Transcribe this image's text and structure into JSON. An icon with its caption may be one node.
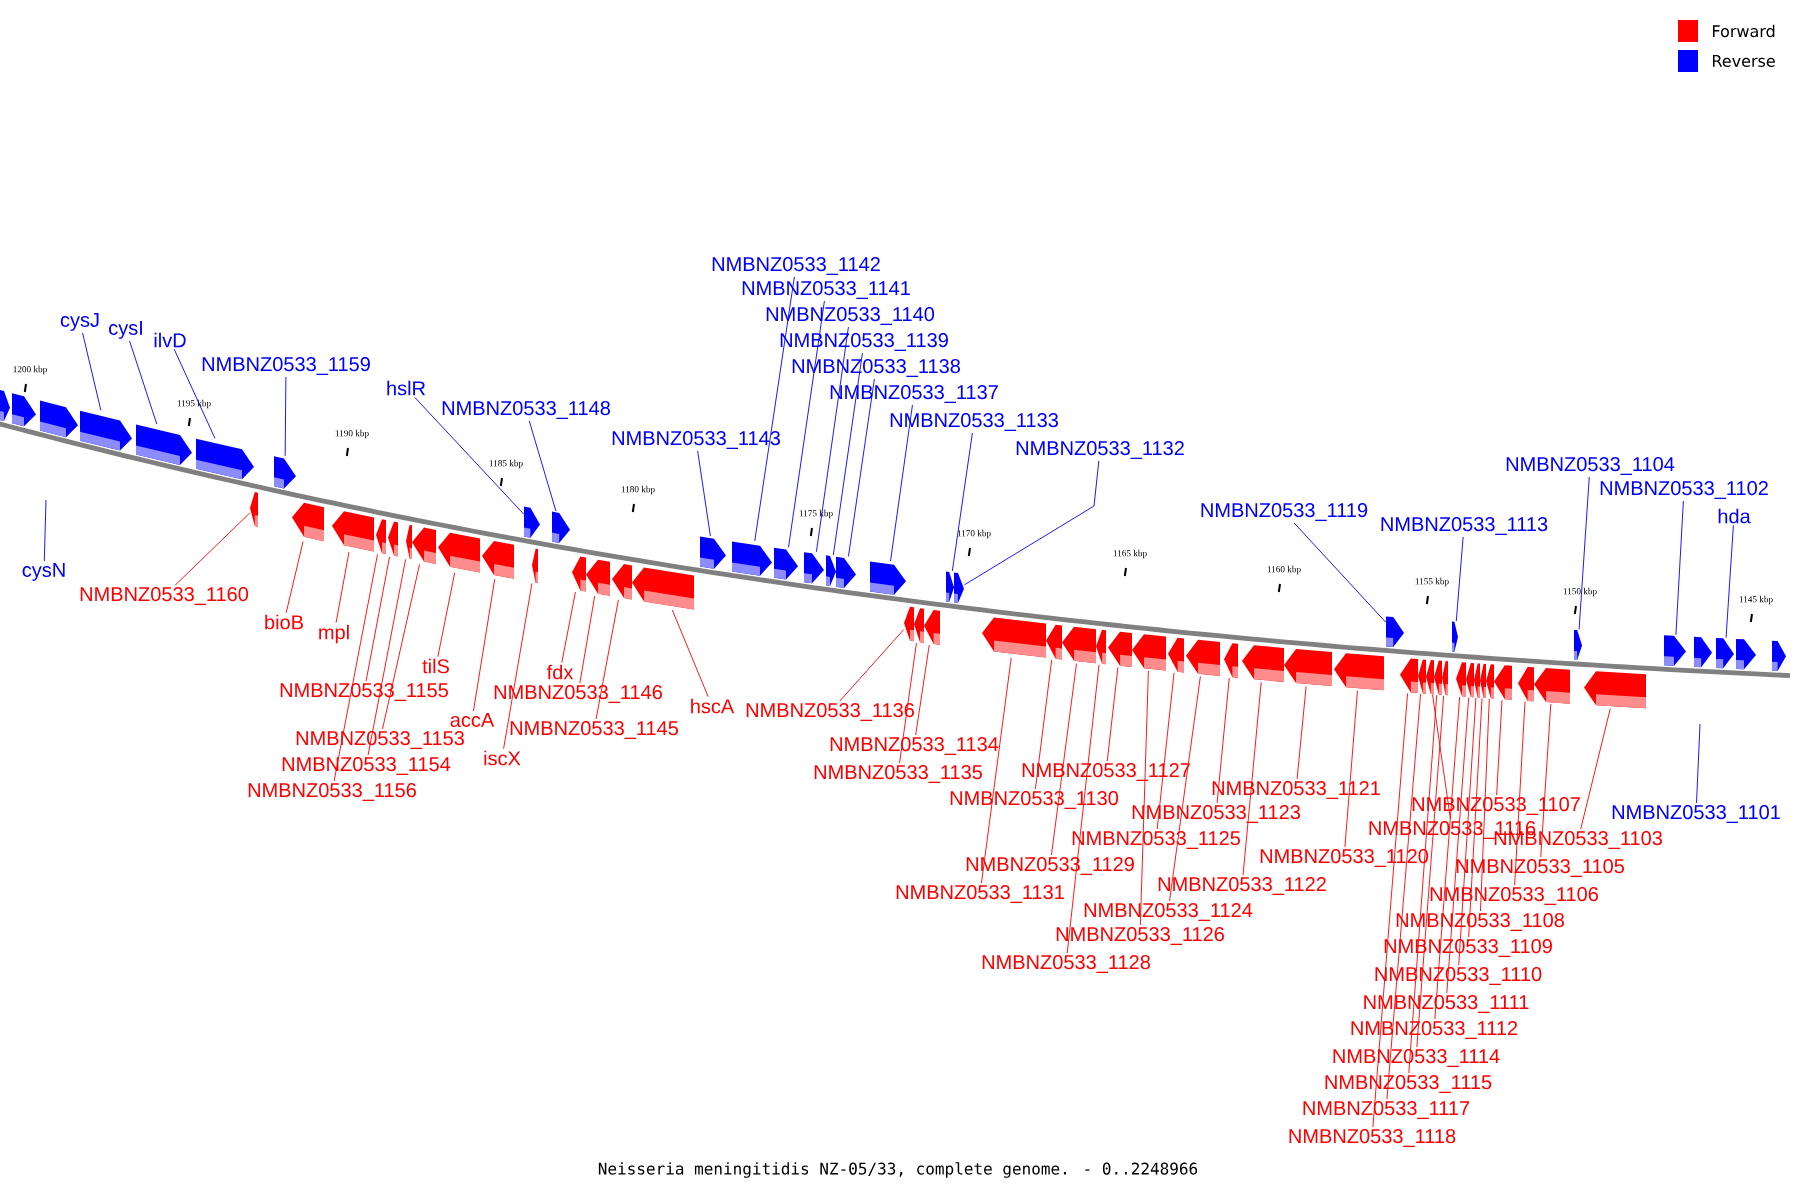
{
  "diagram": {
    "caption": "Neisseria meningitidis NZ-05/33, complete genome. - 0..2248966",
    "nodes": [
      {
        "text": [
          "cysJ"
        ]
      },
      {
        "text": [
          "cysI"
        ]
      },
      {
        "text": [
          "ilvD"
        ]
      },
      {
        "text": [
          "NMBNZ0533_1159"
        ]
      },
      {
        "text": [
          "hslR"
        ]
      },
      {
        "text": [
          "NMBNZ0533_1148"
        ]
      },
      {
        "text": [
          "NMBNZ0533_1143"
        ]
      },
      {
        "text": [
          "NMBNZ0533_1142"
        ]
      },
      {
        "text": [
          "NMBNZ0533_1141"
        ]
      },
      {
        "text": [
          "NMBNZ0533_1140"
        ]
      },
      {
        "text": [
          "NMBNZ0533_1139"
        ]
      },
      {
        "text": [
          "NMBNZ0533_1138"
        ]
      },
      {
        "text": [
          "NMBNZ0533_1137"
        ]
      },
      {
        "text": [
          "NMBNZ0533_1133"
        ]
      },
      {
        "text": [
          "NMBNZ0533_1132"
        ]
      },
      {
        "text": [
          "NMBNZ0533_1119"
        ]
      },
      {
        "text": [
          "NMBNZ0533_1113"
        ]
      },
      {
        "text": [
          "NMBNZ0533_1104"
        ]
      },
      {
        "text": [
          "NMBNZ0533_1102"
        ]
      },
      {
        "text": [
          "hda"
        ]
      },
      {
        "text": [
          "cysN"
        ]
      },
      {
        "text": [
          "NMBNZ0533_1101"
        ]
      },
      {
        "text": [
          "NMBNZ0533_1160"
        ]
      },
      {
        "text": [
          "bioB"
        ]
      },
      {
        "text": [
          "mpl"
        ]
      },
      {
        "text": [
          "NMBNZ0533_1155"
        ]
      },
      {
        "text": [
          "NMBNZ0533_1153"
        ]
      },
      {
        "text": [
          "NMBNZ0533_1154"
        ]
      },
      {
        "text": [
          "NMBNZ0533_1156"
        ]
      },
      {
        "text": [
          "tilS"
        ]
      },
      {
        "text": [
          "accA"
        ]
      },
      {
        "text": [
          "iscX"
        ]
      },
      {
        "text": [
          "fdx"
        ]
      },
      {
        "text": [
          "NMBNZ0533_1146"
        ]
      },
      {
        "text": [
          "NMBNZ0533_1145"
        ]
      },
      {
        "text": [
          "hscA"
        ]
      },
      {
        "text": [
          "NMBNZ0533_1136"
        ]
      },
      {
        "text": [
          "NMBNZ0533_1134"
        ]
      },
      {
        "text": [
          "NMBNZ0533_1135"
        ]
      },
      {
        "text": [
          "NMBNZ0533_1130"
        ]
      },
      {
        "text": [
          "NMBNZ0533_1131"
        ]
      },
      {
        "text": [
          "NMBNZ0533_1129"
        ]
      },
      {
        "text": [
          "NMBNZ0533_1128"
        ]
      },
      {
        "text": [
          "NMBNZ0533_1127"
        ]
      },
      {
        "text": [
          "NMBNZ0533_1126"
        ]
      },
      {
        "text": [
          "NMBNZ0533_1125"
        ]
      },
      {
        "text": [
          "NMBNZ0533_1124"
        ]
      },
      {
        "text": [
          "NMBNZ0533_1123"
        ]
      },
      {
        "text": [
          "NMBNZ0533_1122"
        ]
      },
      {
        "text": [
          "NMBNZ0533_1121"
        ]
      },
      {
        "text": [
          "NMBNZ0533_1120"
        ]
      },
      {
        "text": [
          "NMBNZ0533_1116"
        ]
      },
      {
        "text": [
          "NMBNZ0533_1107"
        ]
      },
      {
        "text": [
          "NMBNZ0533_1103"
        ]
      },
      {
        "text": [
          "NMBNZ0533_1105"
        ]
      },
      {
        "text": [
          "NMBNZ0533_1106"
        ]
      },
      {
        "text": [
          "NMBNZ0533_1108"
        ]
      },
      {
        "text": [
          "NMBNZ0533_1109"
        ]
      },
      {
        "text": [
          "NMBNZ0533_1110"
        ]
      },
      {
        "text": [
          "NMBNZ0533_1111"
        ]
      },
      {
        "text": [
          "NMBNZ0533_1112"
        ]
      },
      {
        "text": [
          "NMBNZ0533_1114"
        ]
      },
      {
        "text": [
          "NMBNZ0533_1115"
        ]
      },
      {
        "text": [
          "NMBNZ0533_1117"
        ]
      },
      {
        "text": [
          "NMBNZ0533_1118"
        ]
      },
      {
        "text": [],
        "shape": "arrow"
      },
      {
        "text": [],
        "shape": "arrow"
      },
      {
        "text": [],
        "shape": "arrow"
      },
      {
        "text": [],
        "shape": "arrow"
      },
      {
        "text": [],
        "shape": "arrow"
      },
      {
        "text": [],
        "shape": "arrow"
      },
      {
        "text": [],
        "shape": "arrow"
      },
      {
        "text": [],
        "shape": "arrow"
      },
      {
        "text": [],
        "shape": "arrow"
      },
      {
        "text": [],
        "shape": "arrow"
      },
      {
        "text": [],
        "shape": "arrow"
      },
      {
        "text": [],
        "shape": "arrow"
      },
      {
        "text": [],
        "shape": "arrow"
      },
      {
        "text": [],
        "shape": "arrow"
      },
      {
        "text": [],
        "shape": "arrow"
      },
      {
        "text": [],
        "shape": "arrow"
      },
      {
        "text": [],
        "shape": "arrow"
      },
      {
        "text": [],
        "shape": "arrow"
      },
      {
        "text": [],
        "shape": "arrow"
      },
      {
        "text": [],
        "shape": "arrow"
      },
      {
        "text": [],
        "shape": "arrow"
      },
      {
        "text": [],
        "shape": "arrow"
      },
      {
        "text": [],
        "shape": "arrow"
      },
      {
        "text": [],
        "shape": "arrow"
      },
      {
        "text": [],
        "shape": "arrow"
      },
      {
        "text": [],
        "shape": "arrow"
      },
      {
        "text": [],
        "shape": "arrow"
      },
      {
        "text": [],
        "shape": "arrow"
      },
      {
        "text": [],
        "shape": "arrow"
      },
      {
        "text": [],
        "shape": "arrow"
      },
      {
        "text": [],
        "shape": "arrow"
      },
      {
        "text": [],
        "shape": "arrow"
      },
      {
        "text": [],
        "shape": "arrow"
      },
      {
        "text": [],
        "shape": "arrow"
      },
      {
        "text": [],
        "shape": "arrow"
      },
      {
        "text": [],
        "shape": "arrow"
      },
      {
        "text": [],
        "shape": "arrow"
      },
      {
        "text": [],
        "shape": "arrow"
      },
      {
        "text": [],
        "shape": "arrow"
      },
      {
        "text": [],
        "shape": "arrow"
      },
      {
        "text": [],
        "shape": "arrow"
      },
      {
        "text": [],
        "shape": "arrow"
      },
      {
        "text": [],
        "shape": "arrow"
      },
      {
        "text": [],
        "shape": "arrow"
      },
      {
        "text": [],
        "shape": "arrow"
      },
      {
        "text": [],
        "shape": "arrow"
      },
      {
        "text": [],
        "shape": "arrow"
      },
      {
        "text": [],
        "shape": "arrow"
      },
      {
        "text": [],
        "shape": "arrow"
      },
      {
        "text": [],
        "shape": "arrow"
      },
      {
        "text": [],
        "shape": "arrow"
      },
      {
        "text": [],
        "shape": "arrow"
      },
      {
        "text": [],
        "shape": "arrow"
      },
      {
        "text": [],
        "shape": "arrow"
      },
      {
        "text": [],
        "shape": "arrow"
      },
      {
        "text": [],
        "shape": "arrow"
      },
      {
        "text": [],
        "shape": "arrow"
      },
      {
        "text": [],
        "shape": "arrow"
      },
      {
        "text": [],
        "shape": "arrow"
      },
      {
        "text": [],
        "shape": "arrow"
      },
      {
        "text": [],
        "shape": "arrow"
      },
      {
        "text": [],
        "shape": "arrow"
      },
      {
        "text": [],
        "shape": "arrow"
      },
      {
        "text": [],
        "shape": "arrow"
      },
      {
        "text": [],
        "shape": "arrow"
      },
      {
        "text": [],
        "shape": "arrow"
      },
      {
        "text": [],
        "shape": "arrow"
      },
      {
        "text": [],
        "shape": "arrow"
      },
      {
        "text": [],
        "shape": "arrow"
      }
    ],
    "edges": [
      {
        "from": 0,
        "to": 68,
        "arrow": "none",
        "color": "#0000ff"
      },
      {
        "from": 1,
        "to": 69,
        "arrow": "none",
        "color": "#0000ff"
      },
      {
        "from": 2,
        "to": 70,
        "arrow": "none",
        "color": "#0000ff"
      },
      {
        "from": 3,
        "to": 72,
        "arrow": "none",
        "color": "#0000ff"
      },
      {
        "from": 4,
        "to": 81,
        "arrow": "none",
        "color": "#0000ff"
      },
      {
        "from": 5,
        "to": 83,
        "arrow": "none",
        "color": "#0000ff"
      },
      {
        "from": 6,
        "to": 88,
        "arrow": "none",
        "color": "#0000ff"
      },
      {
        "from": 7,
        "to": 89,
        "arrow": "none",
        "color": "#0000ff"
      },
      {
        "from": 8,
        "to": 90,
        "arrow": "none",
        "color": "#0000ff"
      },
      {
        "from": 9,
        "to": 91,
        "arrow": "none",
        "color": "#0000ff"
      },
      {
        "from": 10,
        "to": 92,
        "arrow": "none",
        "color": "#0000ff"
      },
      {
        "from": 11,
        "to": 93,
        "arrow": "none",
        "color": "#0000ff"
      },
      {
        "from": 12,
        "to": 94,
        "arrow": "none",
        "color": "#0000ff"
      },
      {
        "from": 13,
        "to": 98,
        "arrow": "none",
        "color": "#0000ff"
      },
      {
        "from": 14,
        "to": 99,
        "arrow": "none",
        "color": "#0000ff"
      },
      {
        "from": 15,
        "to": 112,
        "arrow": "none",
        "color": "#0000ff"
      },
      {
        "from": 16,
        "to": 118,
        "arrow": "none",
        "color": "#0000ff"
      },
      {
        "from": 17,
        "to": 127,
        "arrow": "none",
        "color": "#0000ff"
      },
      {
        "from": 18,
        "to": 129,
        "arrow": "none",
        "color": "#0000ff"
      },
      {
        "from": 19,
        "to": 131,
        "arrow": "none",
        "color": "#0000ff"
      },
      {
        "from": 20,
        "to": null,
        "arrow": "none",
        "color": "#0000ff"
      },
      {
        "from": 21,
        "to": null,
        "arrow": "none",
        "color": "#0000ff"
      },
      {
        "from": 22,
        "to": 71,
        "arrow": "none"
      },
      {
        "from": 23,
        "to": 73,
        "arrow": "none"
      },
      {
        "from": 24,
        "to": 74,
        "arrow": "none"
      },
      {
        "from": 25,
        "to": 76,
        "arrow": "none"
      },
      {
        "from": 26,
        "to": 78,
        "arrow": "none"
      },
      {
        "from": 27,
        "to": 77,
        "arrow": "none"
      },
      {
        "from": 28,
        "to": 75,
        "arrow": "none"
      },
      {
        "from": 29,
        "to": 79,
        "arrow": "none"
      },
      {
        "from": 30,
        "to": 80,
        "arrow": "none"
      },
      {
        "from": 31,
        "to": 82,
        "arrow": "none"
      },
      {
        "from": 32,
        "to": 84,
        "arrow": "none"
      },
      {
        "from": 33,
        "to": 85,
        "arrow": "none"
      },
      {
        "from": 34,
        "to": 86,
        "arrow": "none"
      },
      {
        "from": 35,
        "to": 87,
        "arrow": "none"
      },
      {
        "from": 36,
        "to": 95,
        "arrow": "none"
      },
      {
        "from": 37,
        "to": 97,
        "arrow": "none"
      },
      {
        "from": 38,
        "to": 96,
        "arrow": "none"
      },
      {
        "from": 39,
        "to": 101,
        "arrow": "none"
      },
      {
        "from": 40,
        "to": 100,
        "arrow": "none"
      },
      {
        "from": 41,
        "to": 102,
        "arrow": "none"
      },
      {
        "from": 42,
        "to": 103,
        "arrow": "none"
      },
      {
        "from": 43,
        "to": 104,
        "arrow": "none"
      },
      {
        "from": 44,
        "to": 105,
        "arrow": "none"
      },
      {
        "from": 45,
        "to": 106,
        "arrow": "none"
      },
      {
        "from": 46,
        "to": 107,
        "arrow": "none"
      },
      {
        "from": 47,
        "to": 108,
        "arrow": "none"
      },
      {
        "from": 48,
        "to": 109,
        "arrow": "none"
      },
      {
        "from": 49,
        "to": 110,
        "arrow": "none"
      },
      {
        "from": 50,
        "to": 111,
        "arrow": "none"
      },
      {
        "from": 51,
        "to": 115,
        "arrow": "none"
      },
      {
        "from": 52,
        "to": 124,
        "arrow": "none"
      },
      {
        "from": 53,
        "to": 128,
        "arrow": "none"
      },
      {
        "from": 54,
        "to": 126,
        "arrow": "none"
      },
      {
        "from": 55,
        "to": 125,
        "arrow": "none"
      },
      {
        "from": 56,
        "to": 123,
        "arrow": "none"
      },
      {
        "from": 57,
        "to": 122,
        "arrow": "none"
      },
      {
        "from": 58,
        "to": 121,
        "arrow": "none"
      },
      {
        "from": 59,
        "to": 120,
        "arrow": "none"
      },
      {
        "from": 60,
        "to": 119,
        "arrow": "none"
      },
      {
        "from": 61,
        "to": 117,
        "arrow": "none"
      },
      {
        "from": 62,
        "to": 116,
        "arrow": "none"
      },
      {
        "from": 63,
        "to": 114,
        "arrow": "none"
      },
      {
        "from": 64,
        "to": 113,
        "arrow": "none"
      }
    ],
    "labels": [
      "1200 kbp",
      "1195 kbp",
      "1190 kbp",
      "1185 kbp",
      "1180 kbp",
      "1175 kbp",
      "1170 kbp",
      "1165 kbp",
      "1160 kbp",
      "1155 kbp",
      "1150 kbp",
      "1145 kbp"
    ],
    "legend": [
      {
        "text": "Forward",
        "color": "#ff0000"
      },
      {
        "text": "Reverse",
        "color": "#0000ff"
      }
    ]
  }
}
